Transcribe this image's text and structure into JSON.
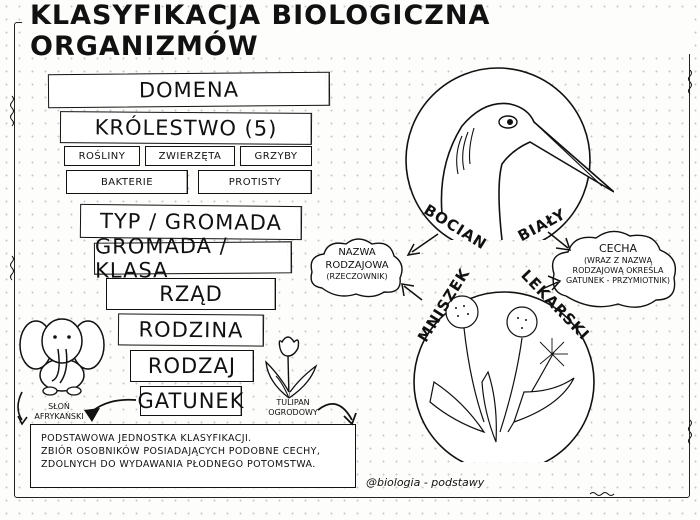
{
  "title": "Klasyfikacja biologiczna organizmów",
  "hierarchy": {
    "domain": "Domena",
    "kingdom": "Królestwo (5)",
    "kingdoms": [
      "Rośliny",
      "Zwierzęta",
      "Grzyby",
      "Bakterie",
      "Protisty"
    ],
    "phylum": "Typ / Gromada",
    "class": "Gromada / Klasa",
    "order": "Rząd",
    "family": "Rodzina",
    "genus": "Rodzaj",
    "species": "Gatunek"
  },
  "examples": {
    "elephant": "Słoń afrykański",
    "tulip": "Tulipan ogrodowy"
  },
  "definition": {
    "line1": "Podstawowa jednostka klasyfikacji.",
    "line2": "Zbiór osobników posiadających podobne cechy,",
    "line3": "zdolnych do wydawania płodnego potomstwa."
  },
  "stork": {
    "word1": "Bocian",
    "word2": "biały"
  },
  "dandelion": {
    "word1": "Mniszek",
    "word2": "lekarski"
  },
  "cloud_left": {
    "line1": "Nazwa",
    "line2": "rodzajowa",
    "line3": "(rzeczownik)"
  },
  "cloud_right": {
    "line1": "Cecha",
    "line2": "(wraz z nazwą",
    "line3": "rodzajową określa",
    "line4": "gatunek - przymiotnik)"
  },
  "credit": "@biologia - podstawy"
}
